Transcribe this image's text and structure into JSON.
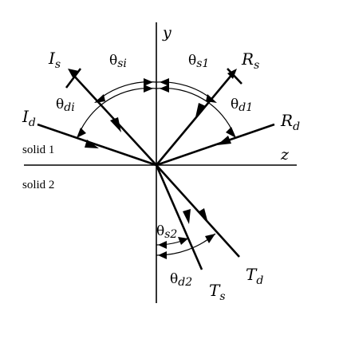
{
  "axes": {
    "vertical": "y",
    "horizontal": "z"
  },
  "regions": {
    "upper": "solid 1",
    "lower": "solid 2"
  },
  "rays": {
    "Is": {
      "main": "I",
      "sub": "s"
    },
    "Id": {
      "main": "I",
      "sub": "d"
    },
    "Rs": {
      "main": "R",
      "sub": "s"
    },
    "Rd": {
      "main": "R",
      "sub": "d"
    },
    "Ts": {
      "main": "T",
      "sub": "s"
    },
    "Td": {
      "main": "T",
      "sub": "d"
    }
  },
  "angles": {
    "theta_si": {
      "main": "θ",
      "sub": "si"
    },
    "theta_s1": {
      "main": "θ",
      "sub": "s1"
    },
    "theta_di": {
      "main": "θ",
      "sub": "di"
    },
    "theta_d1": {
      "main": "θ",
      "sub": "d1"
    },
    "theta_s2": {
      "main": "θ",
      "sub": "s2"
    },
    "theta_d2": {
      "main": "θ",
      "sub": "d2"
    }
  }
}
